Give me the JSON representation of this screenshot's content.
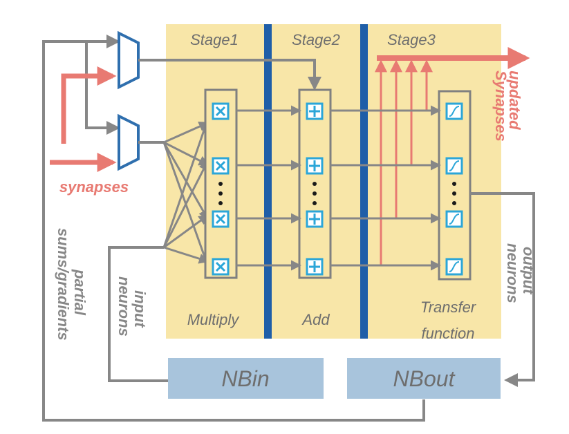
{
  "stages": {
    "stage1": "Stage1",
    "stage2": "Stage2",
    "stage3": "Stage3"
  },
  "functions": {
    "multiply": "Multiply",
    "add": "Add",
    "transfer_line1": "Transfer",
    "transfer_line2": "function"
  },
  "buffers": {
    "nbin": "NBin",
    "nbout": "NBout"
  },
  "side_labels": {
    "synapses": "synapses",
    "updated_line1": "updated",
    "updated_line2": "Synapses",
    "partial_line1": "partial",
    "partial_line2": "sums/gradients",
    "input_line1": "input",
    "input_line2": "neurons",
    "output_line1": "output",
    "output_line2": "neurons"
  },
  "colors": {
    "stage_bg": "#f8e6a8",
    "divider": "#1f5ea8",
    "unit_border": "#808080",
    "op_icon": "#2ba6d8",
    "buffer_bg": "#a8c4dc",
    "buffer_text": "#6e6e6e",
    "gray_arrow": "#878787",
    "red_arrow": "#e87a72",
    "mux": "#2f6fae"
  },
  "icons": {
    "multiply": "multiply-icon",
    "add": "add-icon",
    "transfer": "sigmoid-icon",
    "ellipsis": "vertical-ellipsis"
  }
}
